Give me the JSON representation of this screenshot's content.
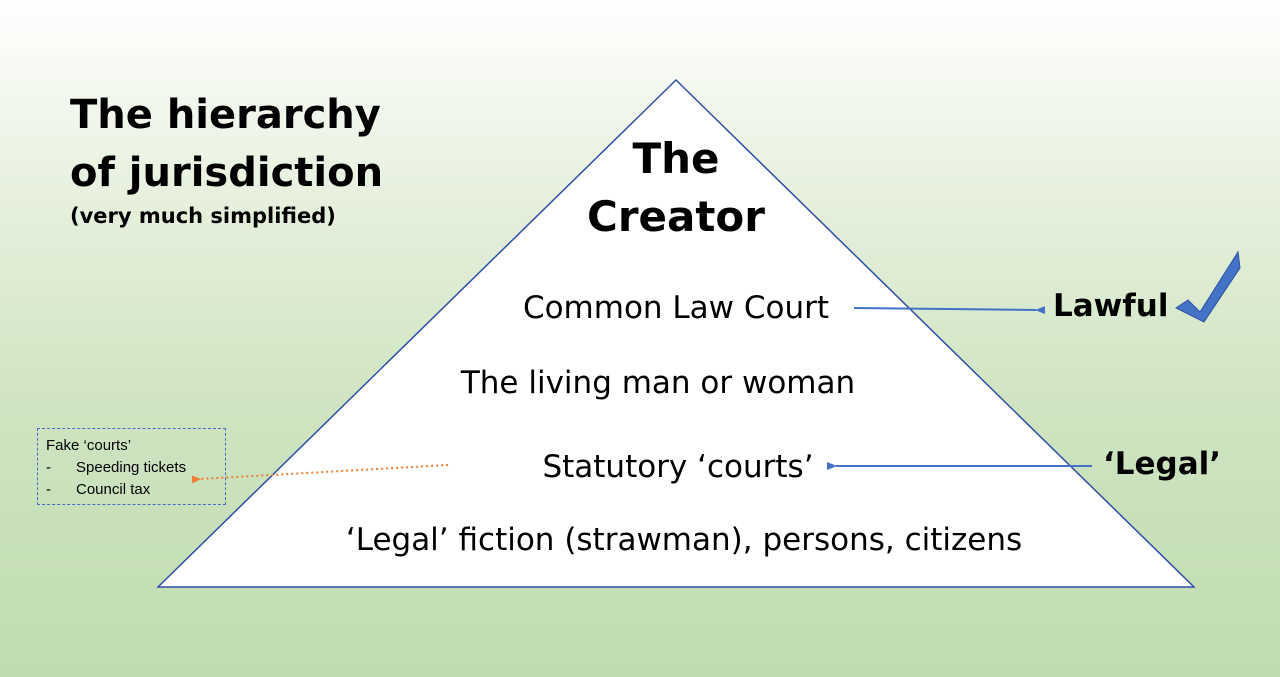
{
  "title": {
    "line1": "The hierarchy",
    "line2": "of jurisdiction",
    "subtitle": "(very much simplified)"
  },
  "pyramid": {
    "apex_line1": "The",
    "apex_line2": "Creator",
    "tiers": [
      "Common Law Court",
      "The living man or woman",
      "Statutory ‘courts’",
      "‘Legal’ fiction (strawman), persons, citizens"
    ]
  },
  "labels": {
    "lawful": "Lawful",
    "legal": "‘Legal’"
  },
  "fake_courts": {
    "heading": "Fake ‘courts’",
    "items": [
      "Speeding tickets",
      "Council tax"
    ]
  },
  "colors": {
    "pyramid_stroke": "#2f4fa6",
    "arrow_blue": "#4472c4",
    "arrow_orange": "#ed7d31",
    "checkmark": "#4472c4"
  },
  "icons": {
    "checkmark": "checkmark-icon"
  }
}
